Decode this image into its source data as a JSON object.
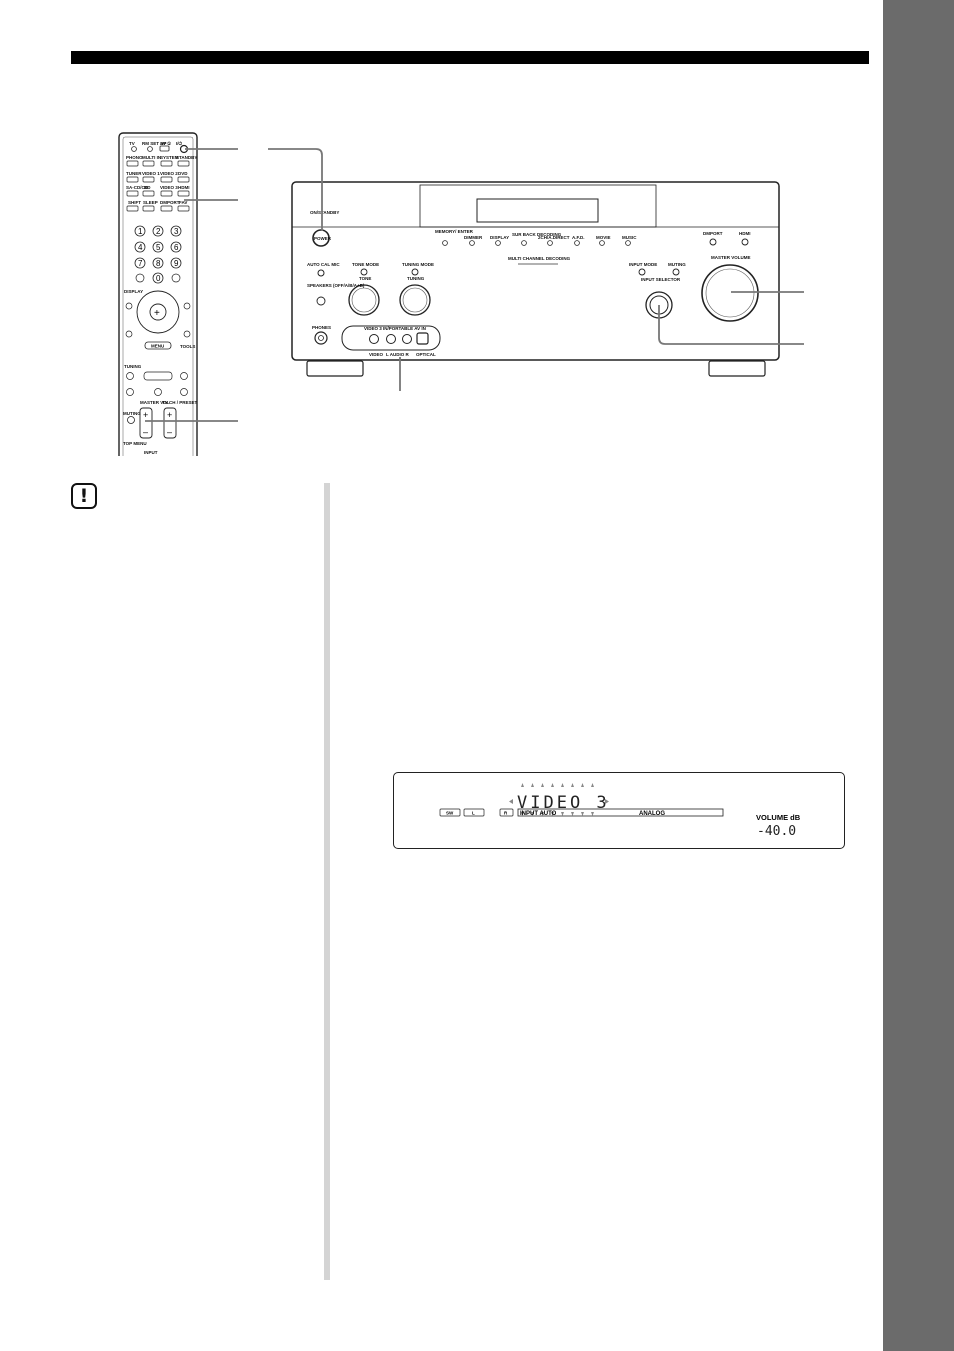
{
  "remote": {
    "row1": [
      "TV",
      "RM SET UP",
      "AV ①",
      "I/⏻"
    ],
    "row2": [
      "PHONO",
      "MULTI IN",
      "SYSTEM",
      "STANDBY"
    ],
    "row3": [
      "TUNER",
      "VIDEO 1",
      "VIDEO 2",
      "DVD"
    ],
    "row4": [
      "SA-CD/CD",
      "BD",
      "VIDEO 3",
      "HDMI"
    ],
    "row5": [
      "SHIFT",
      "SLEEP",
      "DMPORT",
      "FAV"
    ],
    "numbers": [
      "1",
      "2",
      "3",
      "4",
      "5",
      "6",
      "7",
      "8",
      "9",
      "0"
    ],
    "labels": [
      "DISPLAY",
      "MENU",
      "TOOLS",
      "TUNING",
      "MASTER VOL",
      "TV CH / PRESET",
      "MUTING",
      "TOP MENU",
      "INPUT"
    ]
  },
  "receiver": {
    "on_standby": "ON/STANDBY",
    "power": "POWER",
    "top_buttons": [
      "MEMORY/ ENTER",
      "DIMMER",
      "DISPLAY",
      "SUR BACK DECODING",
      "2CH/A.DIRECT",
      "A.F.D.",
      "MOVIE",
      "MUSIC"
    ],
    "dmport": "DMPORT",
    "hdmi": "HDMI",
    "multi_channel": "MULTI CHANNEL DECODING",
    "auto_cal_mic": "AUTO CAL MIC",
    "tone_mode": "TONE MODE",
    "tone": "TONE",
    "tuning_mode": "TUNING MODE",
    "tuning": "TUNING",
    "speakers": "SPEAKERS (OFF/A/B/A+B)",
    "input_mode": "INPUT MODE",
    "muting": "MUTING",
    "input_selector": "INPUT SELECTOR",
    "master_volume": "MASTER VOLUME",
    "phones": "PHONES",
    "video3_in": "VIDEO 3 IN/PORTABLE AV IN",
    "jacks": [
      "VIDEO",
      "L AUDIO R",
      "OPTICAL"
    ]
  },
  "display": {
    "input_name": "VIDEO 3",
    "indicators": [
      "SW",
      "L",
      "R"
    ],
    "input_auto": "INPUT AUTO",
    "analog": "ANALOG",
    "volume_label": "VOLUME dB",
    "volume_value": "-40.0"
  },
  "caution_icon": "exclamation-icon"
}
